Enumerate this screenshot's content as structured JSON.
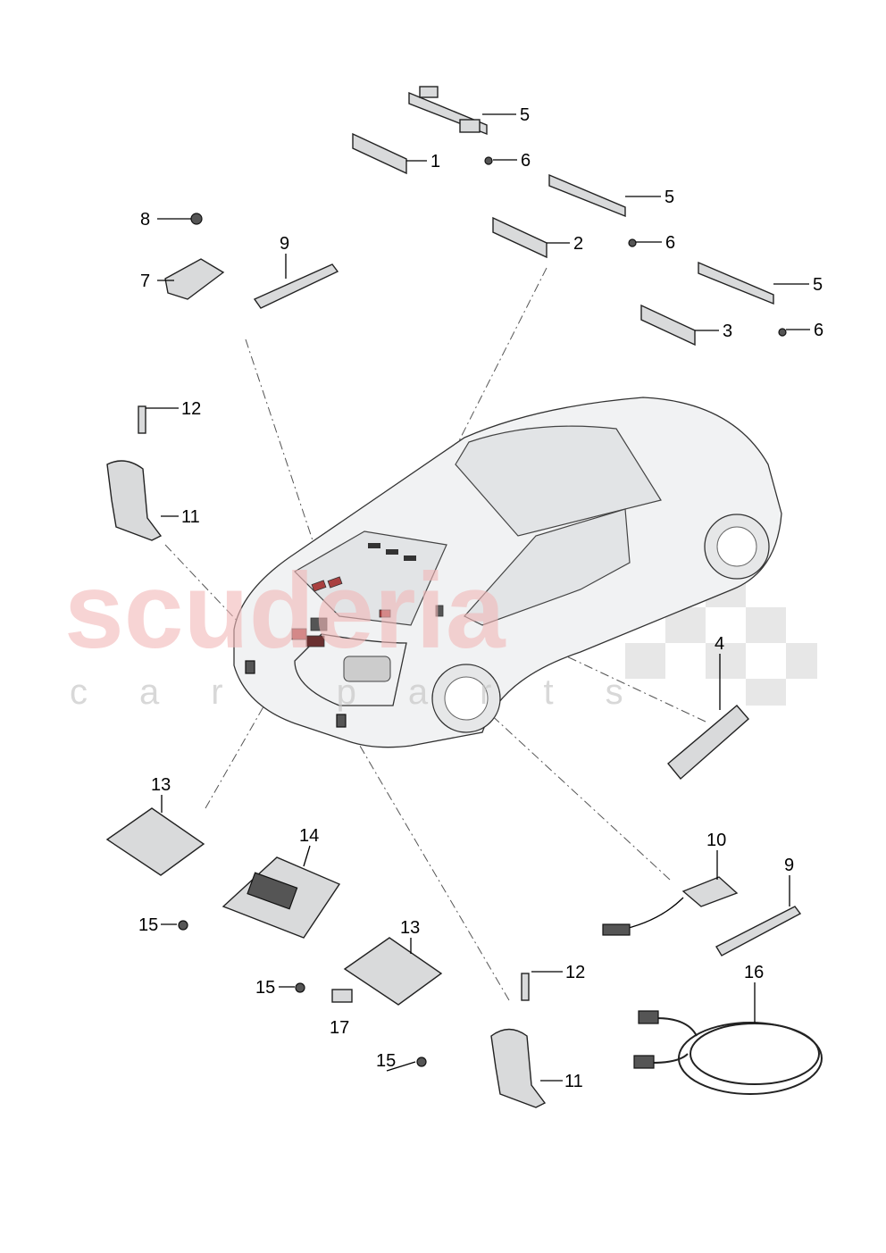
{
  "diagram": {
    "watermark": {
      "line1": "scuderia",
      "line2": "car parts"
    },
    "labels": [
      "5",
      "1",
      "6",
      "5",
      "2",
      "6",
      "8",
      "9",
      "7",
      "5",
      "3",
      "6",
      "12",
      "11",
      "4",
      "13",
      "14",
      "10",
      "9",
      "15",
      "13",
      "12",
      "16",
      "15",
      "17",
      "15",
      "11"
    ],
    "colors": {
      "watermark_red": "#f2b8b8",
      "checker": "#d0d0d0"
    }
  }
}
